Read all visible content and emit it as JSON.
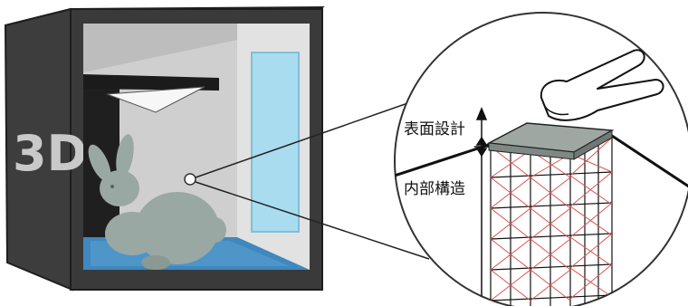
{
  "printer": {
    "side_label": "3D"
  },
  "zoom": {
    "surface_label": "表面設計",
    "internal_label": "内部構造"
  },
  "colors": {
    "printer_body": "#3c3c3c",
    "printer_edge": "#262626",
    "chamber_wall": "#c8c8c8",
    "door_glass": "#a9dcef",
    "floor": "#3f88bf",
    "rabbit": "#9aa8a3",
    "lattice": "#d9534f",
    "panel": "#9fa7a3"
  },
  "icons": [
    "rabbit-figure",
    "finger-icon",
    "lattice-structure",
    "zoom-circle"
  ]
}
